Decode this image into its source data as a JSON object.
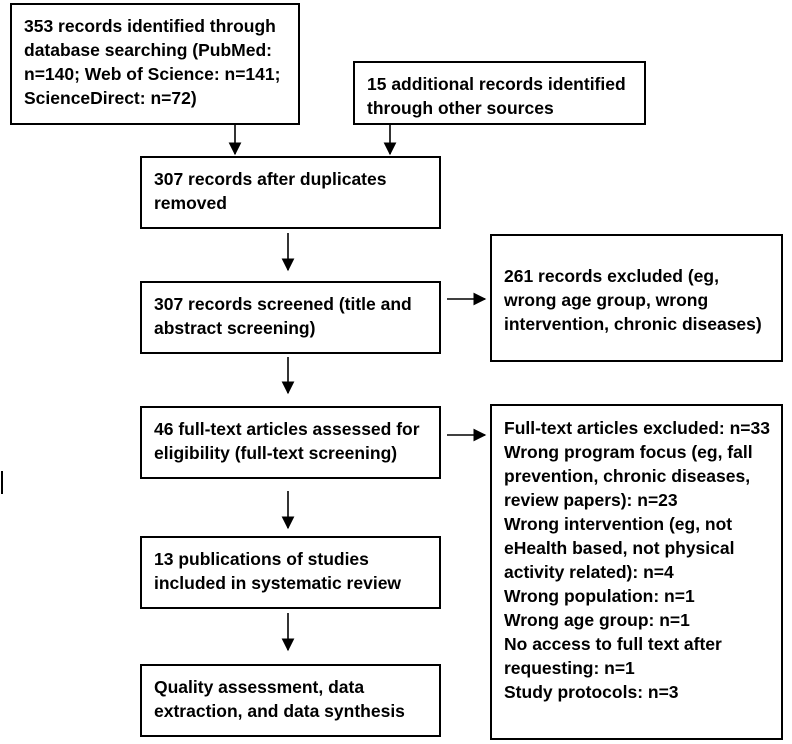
{
  "flow": {
    "identified_db": [
      "353 records identified through",
      "database searching (PubMed:",
      "n=140; Web of Science: n=141;",
      "ScienceDirect: n=72)"
    ],
    "identified_other": [
      "15 additional records identified",
      "through other sources"
    ],
    "after_duplicates": [
      "307 records after duplicates",
      "removed"
    ],
    "screened": [
      "307 records screened (title and",
      "abstract screening)"
    ],
    "excluded_screening": [
      "261 records excluded (eg,",
      "wrong age group, wrong",
      "intervention, chronic diseases)"
    ],
    "full_text_assessed": [
      "46 full-text articles assessed for",
      "eligibility (full-text screening)"
    ],
    "excluded_full_text": [
      "Full-text articles excluded: n=33",
      "Wrong program focus (eg, fall",
      "prevention, chronic diseases,",
      "review papers): n=23",
      "Wrong intervention (eg, not",
      "eHealth based, not physical",
      "activity related): n=4",
      "Wrong population: n=1",
      "Wrong age group: n=1",
      "No access to full text after",
      "requesting: n=1",
      "Study protocols: n=3"
    ],
    "included": [
      "13 publications of studies",
      "included in systematic review"
    ],
    "synthesis": [
      "Quality assessment, data",
      "extraction, and data synthesis"
    ]
  },
  "colors": {
    "stroke": "#000000",
    "background": "#ffffff"
  }
}
